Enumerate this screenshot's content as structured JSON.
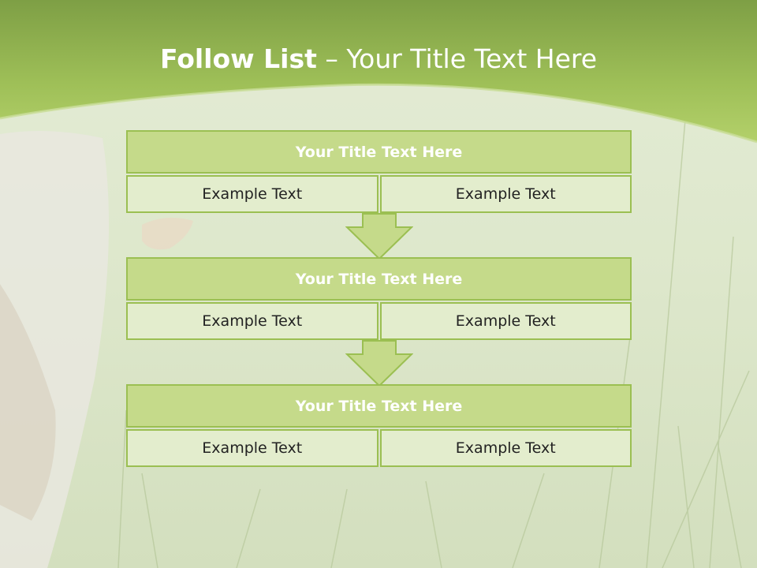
{
  "slide": {
    "title_bold": "Follow List",
    "title_rest": " – Your Title Text Here"
  },
  "blocks": [
    {
      "title": "Your Title Text Here",
      "left_text": "Example Text",
      "right_text": "Example Text"
    },
    {
      "title": "Your Title Text Here",
      "left_text": "Example Text",
      "right_text": "Example Text"
    },
    {
      "title": "Your Title Text Here",
      "left_text": "Example Text",
      "right_text": "Example Text"
    }
  ],
  "colors": {
    "header_band": "#9fc058",
    "block_header": "#c5da8a",
    "block_cell": "#e3edcd",
    "border": "#9bbf52",
    "background": "#dfe8cf"
  },
  "icons": [
    "down-arrow-icon",
    "down-arrow-icon"
  ]
}
